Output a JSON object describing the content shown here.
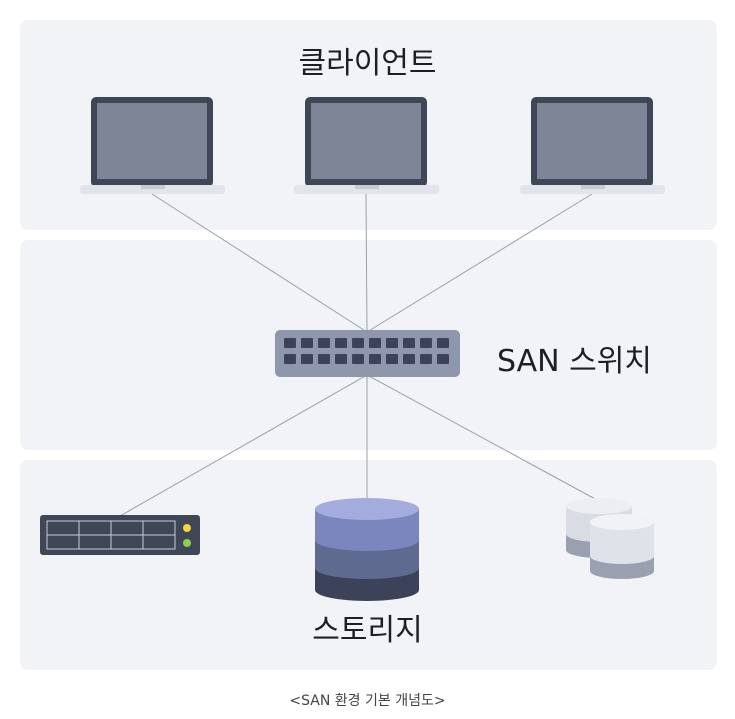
{
  "diagram": {
    "clients_label": "클라이언트",
    "switch_label": "SAN 스위치",
    "storage_label": "스토리지",
    "caption": "<SAN 환경 기본 개념도>"
  },
  "colors": {
    "panel_bg": "#f1f3f7",
    "laptop_frame": "#3f4656",
    "laptop_screen": "#7d8596",
    "switch_body": "#8e97ab",
    "db_top": "#8f9ad0",
    "db_mid": "#5f6a90",
    "db_bot": "#3c4358",
    "led_yellow": "#f5d538",
    "led_green": "#8fd14f"
  },
  "icons": [
    "laptop-icon",
    "san-switch-icon",
    "rack-server-icon",
    "database-icon",
    "disk-stack-icon"
  ]
}
